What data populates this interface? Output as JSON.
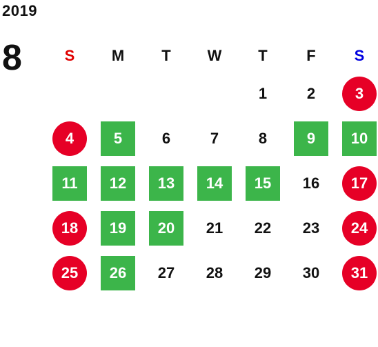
{
  "calendar": {
    "year": "2019",
    "month": "8",
    "colors": {
      "sunday": "#e00000",
      "saturday": "#0000e0",
      "holiday_circle": "#e60026",
      "green_box": "#3cb54a",
      "default_text": "#111111"
    },
    "weekdays": [
      {
        "label": "S",
        "kind": "sunday"
      },
      {
        "label": "M",
        "kind": "weekday"
      },
      {
        "label": "T",
        "kind": "weekday"
      },
      {
        "label": "W",
        "kind": "weekday"
      },
      {
        "label": "T",
        "kind": "weekday"
      },
      {
        "label": "F",
        "kind": "weekday"
      },
      {
        "label": "S",
        "kind": "saturday"
      }
    ],
    "weeks": [
      [
        null,
        null,
        null,
        null,
        {
          "day": "1",
          "style": "plain"
        },
        {
          "day": "2",
          "style": "plain"
        },
        {
          "day": "3",
          "style": "holiday"
        }
      ],
      [
        {
          "day": "4",
          "style": "holiday"
        },
        {
          "day": "5",
          "style": "green"
        },
        {
          "day": "6",
          "style": "plain"
        },
        {
          "day": "7",
          "style": "plain"
        },
        {
          "day": "8",
          "style": "plain"
        },
        {
          "day": "9",
          "style": "green"
        },
        {
          "day": "10",
          "style": "green"
        }
      ],
      [
        {
          "day": "11",
          "style": "green"
        },
        {
          "day": "12",
          "style": "green"
        },
        {
          "day": "13",
          "style": "green"
        },
        {
          "day": "14",
          "style": "green"
        },
        {
          "day": "15",
          "style": "green"
        },
        {
          "day": "16",
          "style": "plain"
        },
        {
          "day": "17",
          "style": "holiday"
        }
      ],
      [
        {
          "day": "18",
          "style": "holiday"
        },
        {
          "day": "19",
          "style": "green"
        },
        {
          "day": "20",
          "style": "green"
        },
        {
          "day": "21",
          "style": "plain"
        },
        {
          "day": "22",
          "style": "plain"
        },
        {
          "day": "23",
          "style": "plain"
        },
        {
          "day": "24",
          "style": "holiday"
        }
      ],
      [
        {
          "day": "25",
          "style": "holiday"
        },
        {
          "day": "26",
          "style": "green"
        },
        {
          "day": "27",
          "style": "plain"
        },
        {
          "day": "28",
          "style": "plain"
        },
        {
          "day": "29",
          "style": "plain"
        },
        {
          "day": "30",
          "style": "plain"
        },
        {
          "day": "31",
          "style": "holiday"
        }
      ]
    ]
  }
}
